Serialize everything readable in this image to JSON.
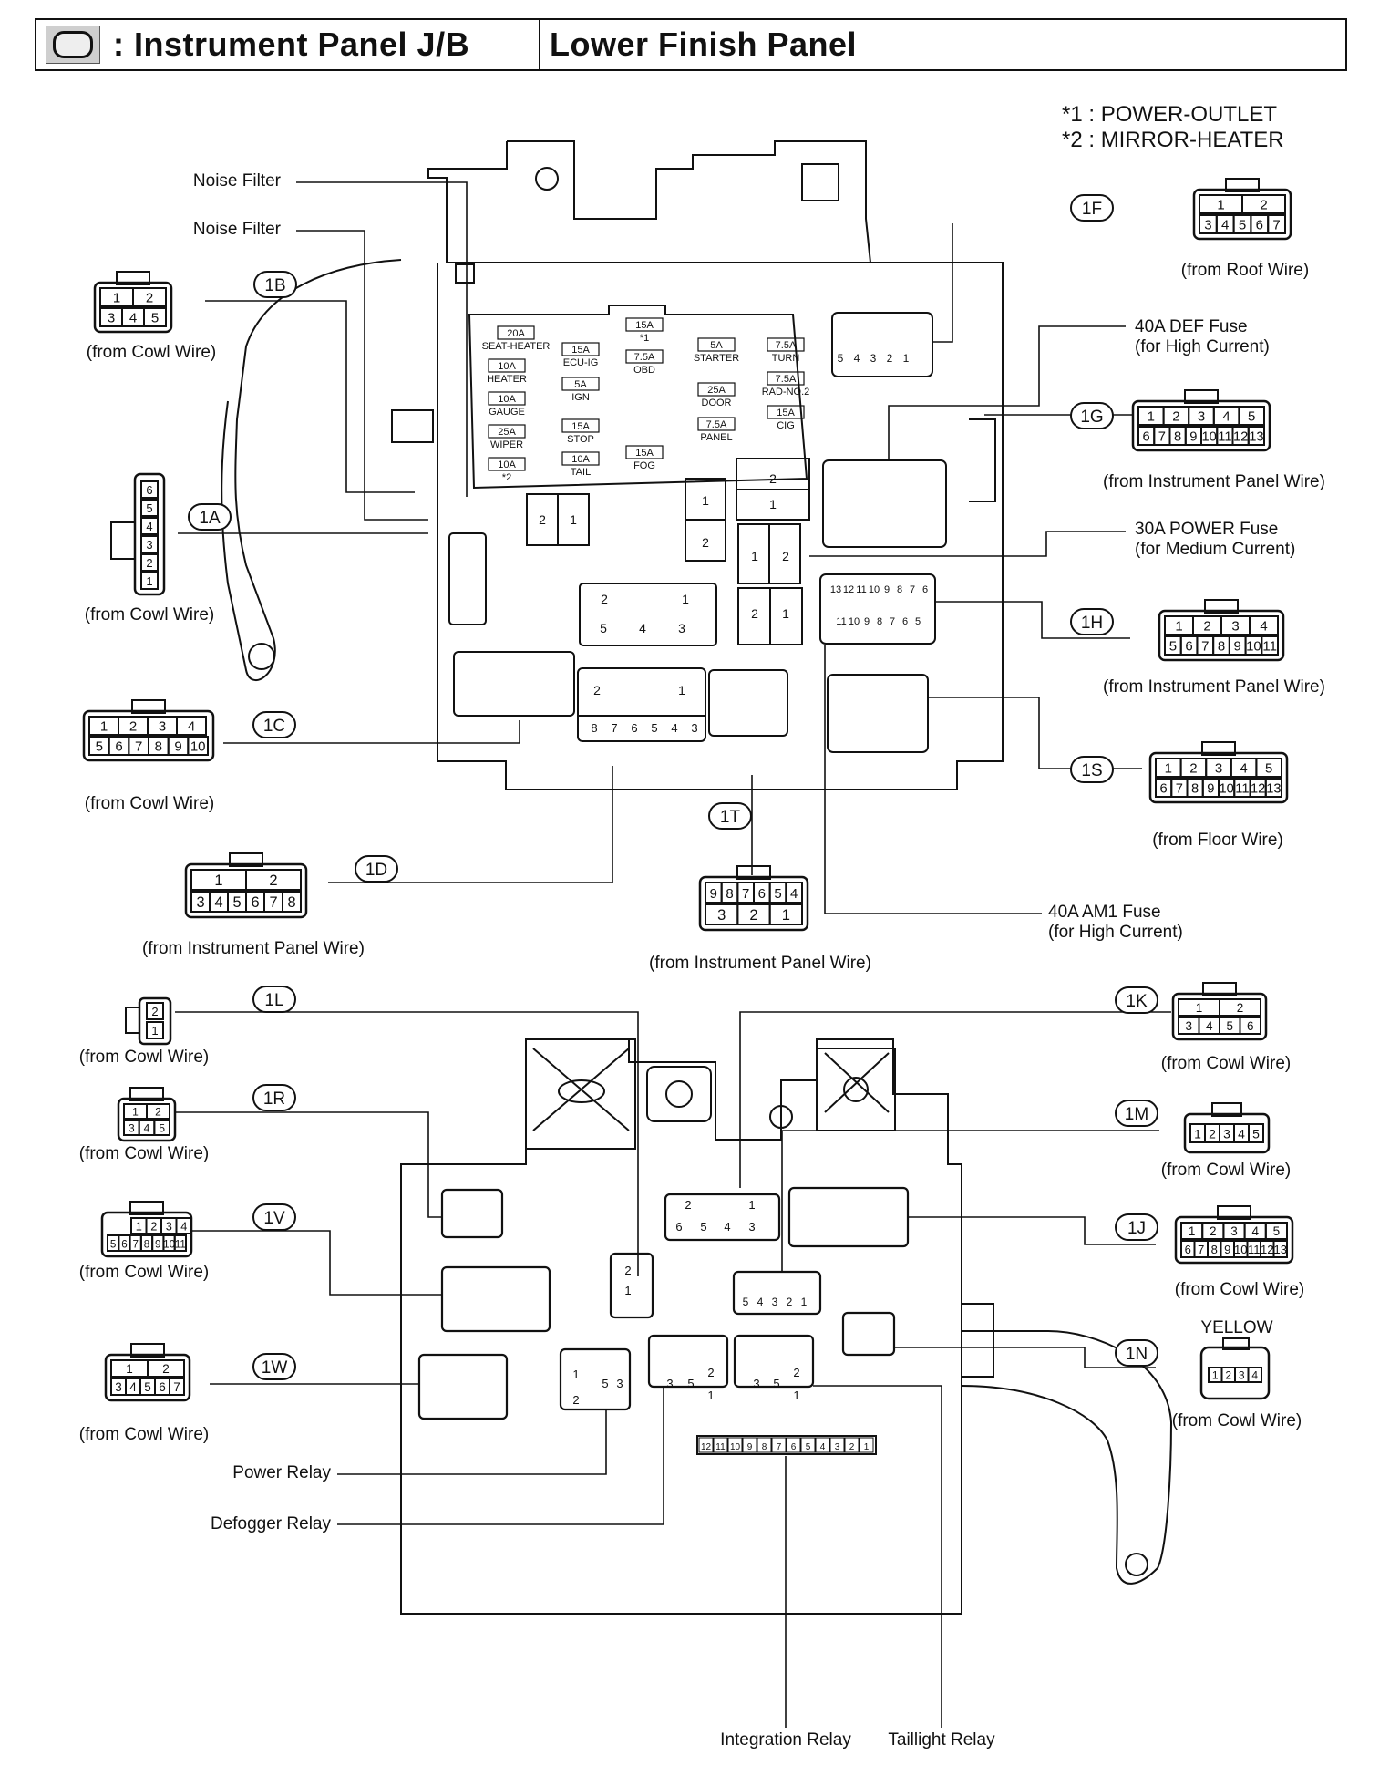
{
  "header": {
    "title_left": ": Instrument Panel J/B",
    "title_right": "Lower Finish Panel",
    "icon": "junction-block-symbol-icon"
  },
  "notes": [
    "*1 : POWER-OUTLET",
    "*2 : MIRROR-HEATER"
  ],
  "labels": {
    "noise_filter_1": "Noise Filter",
    "noise_filter_2": "Noise Filter",
    "def_fuse": "40A DEF Fuse",
    "def_fuse_sub": "(for High Current)",
    "power_fuse": "30A POWER Fuse",
    "power_fuse_sub": "(for Medium Current)",
    "am1_fuse": "40A AM1 Fuse",
    "am1_fuse_sub": "(for High Current)",
    "power_relay": "Power Relay",
    "defogger_relay": "Defogger Relay",
    "integration_relay": "Integration Relay",
    "taillight_relay": "Taillight Relay",
    "yellow": "YELLOW"
  },
  "connectors": [
    {
      "id": "1A",
      "source": "(from Cowl Wire)"
    },
    {
      "id": "1B",
      "source": "(from Cowl Wire)"
    },
    {
      "id": "1C",
      "source": "(from Cowl Wire)"
    },
    {
      "id": "1D",
      "source": "(from Instrument Panel Wire)"
    },
    {
      "id": "1T",
      "source": "(from Instrument Panel Wire)"
    },
    {
      "id": "1F",
      "source": "(from Roof Wire)"
    },
    {
      "id": "1G",
      "source": "(from Instrument Panel Wire)"
    },
    {
      "id": "1H",
      "source": "(from Instrument Panel Wire)"
    },
    {
      "id": "1S",
      "source": "(from Floor Wire)"
    },
    {
      "id": "1L",
      "source": "(from Cowl Wire)"
    },
    {
      "id": "1R",
      "source": "(from Cowl Wire)"
    },
    {
      "id": "1V",
      "source": "(from Cowl Wire)"
    },
    {
      "id": "1W",
      "source": "(from Cowl Wire)"
    },
    {
      "id": "1K",
      "source": "(from Cowl Wire)"
    },
    {
      "id": "1M",
      "source": "(from Cowl Wire)"
    },
    {
      "id": "1J",
      "source": "(from Cowl Wire)"
    },
    {
      "id": "1N",
      "source": "(from Cowl Wire)"
    }
  ],
  "fuses": [
    {
      "amp": "20A",
      "name": "SEAT-HEATER"
    },
    {
      "amp": "10A",
      "name": "HEATER"
    },
    {
      "amp": "10A",
      "name": "GAUGE"
    },
    {
      "amp": "25A",
      "name": "WIPER"
    },
    {
      "amp": "10A",
      "name": "*2"
    },
    {
      "amp": "15A",
      "name": "ECU-IG"
    },
    {
      "amp": "5A",
      "name": "IGN"
    },
    {
      "amp": "15A",
      "name": "STOP"
    },
    {
      "amp": "10A",
      "name": "TAIL"
    },
    {
      "amp": "15A",
      "name": "*1"
    },
    {
      "amp": "7.5A",
      "name": "OBD"
    },
    {
      "amp": "15A",
      "name": "FOG"
    },
    {
      "amp": "5A",
      "name": "STARTER"
    },
    {
      "amp": "25A",
      "name": "DOOR"
    },
    {
      "amp": "7.5A",
      "name": "PANEL"
    },
    {
      "amp": "7.5A",
      "name": "TURN"
    },
    {
      "amp": "7.5A",
      "name": "RAD-NO.2"
    },
    {
      "amp": "15A",
      "name": "CIG"
    }
  ],
  "pins": {
    "c1A": [
      "6",
      "5",
      "4",
      "3",
      "2",
      "1"
    ],
    "c1B_top": [
      "1",
      "2"
    ],
    "c1B_bot": [
      "3",
      "4",
      "5"
    ],
    "c1C_top": [
      "1",
      "2",
      "3",
      "4"
    ],
    "c1C_bot": [
      "5",
      "6",
      "7",
      "8",
      "9",
      "10"
    ],
    "c1D_top": [
      "1",
      "2"
    ],
    "c1D_bot": [
      "3",
      "4",
      "5",
      "6",
      "7",
      "8"
    ],
    "c1T_top": [
      "9",
      "8",
      "7",
      "6",
      "5",
      "4"
    ],
    "c1T_bot": [
      "3",
      "2",
      "1"
    ],
    "c1F_top": [
      "1",
      "2"
    ],
    "c1F_bot": [
      "3",
      "4",
      "5",
      "6",
      "7"
    ],
    "c1G_top": [
      "1",
      "2",
      "3",
      "4",
      "5"
    ],
    "c1G_bot": [
      "6",
      "7",
      "8",
      "9",
      "10",
      "11",
      "12",
      "13"
    ],
    "c1H_top": [
      "1",
      "2",
      "3",
      "4"
    ],
    "c1H_bot": [
      "5",
      "6",
      "7",
      "8",
      "9",
      "10",
      "11"
    ],
    "c1S_top": [
      "1",
      "2",
      "3",
      "4",
      "5"
    ],
    "c1S_bot": [
      "6",
      "7",
      "8",
      "9",
      "10",
      "11",
      "12",
      "13"
    ],
    "c1L": [
      "2",
      "1"
    ],
    "c1R_top": [
      "1",
      "2"
    ],
    "c1R_bot": [
      "3",
      "4",
      "5"
    ],
    "c1V_top": [
      "1",
      "2",
      "3",
      "4"
    ],
    "c1V_bot": [
      "5",
      "6",
      "7",
      "8",
      "9",
      "10",
      "11"
    ],
    "c1W_top": [
      "1",
      "2"
    ],
    "c1W_bot": [
      "3",
      "4",
      "5",
      "6",
      "7"
    ],
    "c1K_top": [
      "1",
      "2"
    ],
    "c1K_bot": [
      "3",
      "4",
      "5",
      "6"
    ],
    "c1M": [
      "1",
      "2",
      "3",
      "4",
      "5"
    ],
    "c1J_top": [
      "1",
      "2",
      "3",
      "4",
      "5"
    ],
    "c1J_bot": [
      "6",
      "7",
      "8",
      "9",
      "10",
      "11",
      "12",
      "13"
    ],
    "c1N": [
      "1",
      "2",
      "3",
      "4"
    ],
    "integration": [
      "12",
      "11",
      "10",
      "9",
      "8",
      "7",
      "6",
      "5",
      "4",
      "3",
      "2",
      "1"
    ]
  },
  "colors": {
    "ink": "#111111",
    "paper": "#ffffff",
    "icon_bg": "#cfcfcf"
  }
}
